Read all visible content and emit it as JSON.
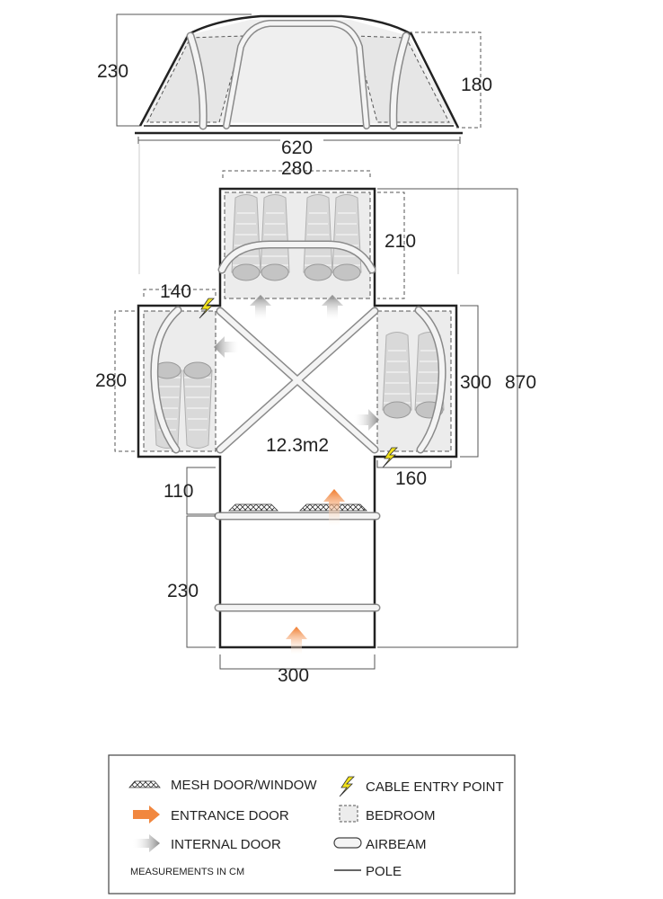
{
  "dimensions": {
    "front_height": "230",
    "side_height": "180",
    "total_width": "620",
    "top_bedroom_width": "280",
    "top_bedroom_depth": "210",
    "left_bedroom_offset": "140",
    "left_bedroom_depth": "280",
    "right_bedroom_depth": "300",
    "total_length": "870",
    "right_bedroom_width": "160",
    "porch_step": "110",
    "porch_length": "230",
    "porch_width": "300"
  },
  "floor_area": "12.3m2",
  "legend": {
    "mesh_door_window": "MESH DOOR/WINDOW",
    "entrance_door": "ENTRANCE DOOR",
    "internal_door": "INTERNAL DOOR",
    "cable_entry_point": "CABLE ENTRY POINT",
    "bedroom": "BEDROOM",
    "airbeam": "AIRBEAM",
    "pole": "POLE",
    "measurements_note": "MEASUREMENTS IN CM"
  },
  "colors": {
    "entrance_arrow": "#f07a2a",
    "internal_arrow": "#9a9a9a",
    "cable_entry": "#f2e21a",
    "bedroom_fill": "#ececec",
    "wall": "#222222"
  },
  "icons": [
    "mesh-icon",
    "entrance-arrow-icon",
    "internal-arrow-icon",
    "lightning-icon",
    "bedroom-icon",
    "airbeam-icon",
    "pole-icon"
  ]
}
